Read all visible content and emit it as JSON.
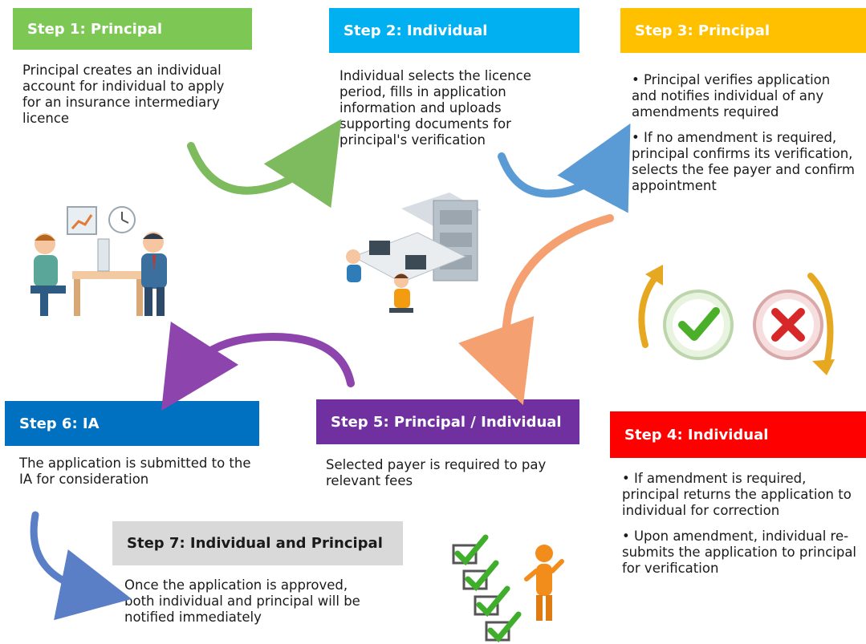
{
  "steps": [
    {
      "header": "Step 1: Principal",
      "color": "#7dc855",
      "text": [
        "Principal creates an individual account for individual to apply for an insurance intermediary licence"
      ]
    },
    {
      "header": "Step 2: Individual",
      "color": "#00b0f0",
      "text": [
        "Individual selects the licence period, fills in application information and uploads supporting documents for principal's verification"
      ]
    },
    {
      "header": "Step 3: Principal",
      "color": "#ffc000",
      "text": [
        "• Principal verifies application and notifies individual of any amendments required",
        "• If no amendment is required, principal confirms its verification, selects the fee payer and confirm appointment"
      ]
    },
    {
      "header": "Step 4: Individual",
      "color": "#ff0000",
      "text": [
        "• If amendment is required, principal returns the application to individual for correction",
        "• Upon amendment, individual re-submits the application to principal for verification"
      ]
    },
    {
      "header": "Step 5: Principal / Individual",
      "color": "#7030a0",
      "text": [
        "Selected payer is required to pay relevant fees"
      ]
    },
    {
      "header": "Step 6: IA",
      "color": "#0070c0",
      "text": [
        "The application is submitted to the IA for consideration"
      ]
    },
    {
      "header": "Step 7: Individual and Principal",
      "color": "#d9d9d9",
      "text": [
        "Once the application is approved, both individual and principal will be notified immediately"
      ]
    }
  ],
  "arrow_colors": {
    "step1_to_2": "#7dbb5e",
    "step2_to_3": "#5b9bd5",
    "step3_to_5": "#f4a070",
    "step5_to_6": "#8e44ad",
    "step6_to_7": "#5b7fc7"
  },
  "icons": [
    "meeting-illustration",
    "office-workers-illustration",
    "approve-reject-icon",
    "checklist-person-illustration"
  ]
}
